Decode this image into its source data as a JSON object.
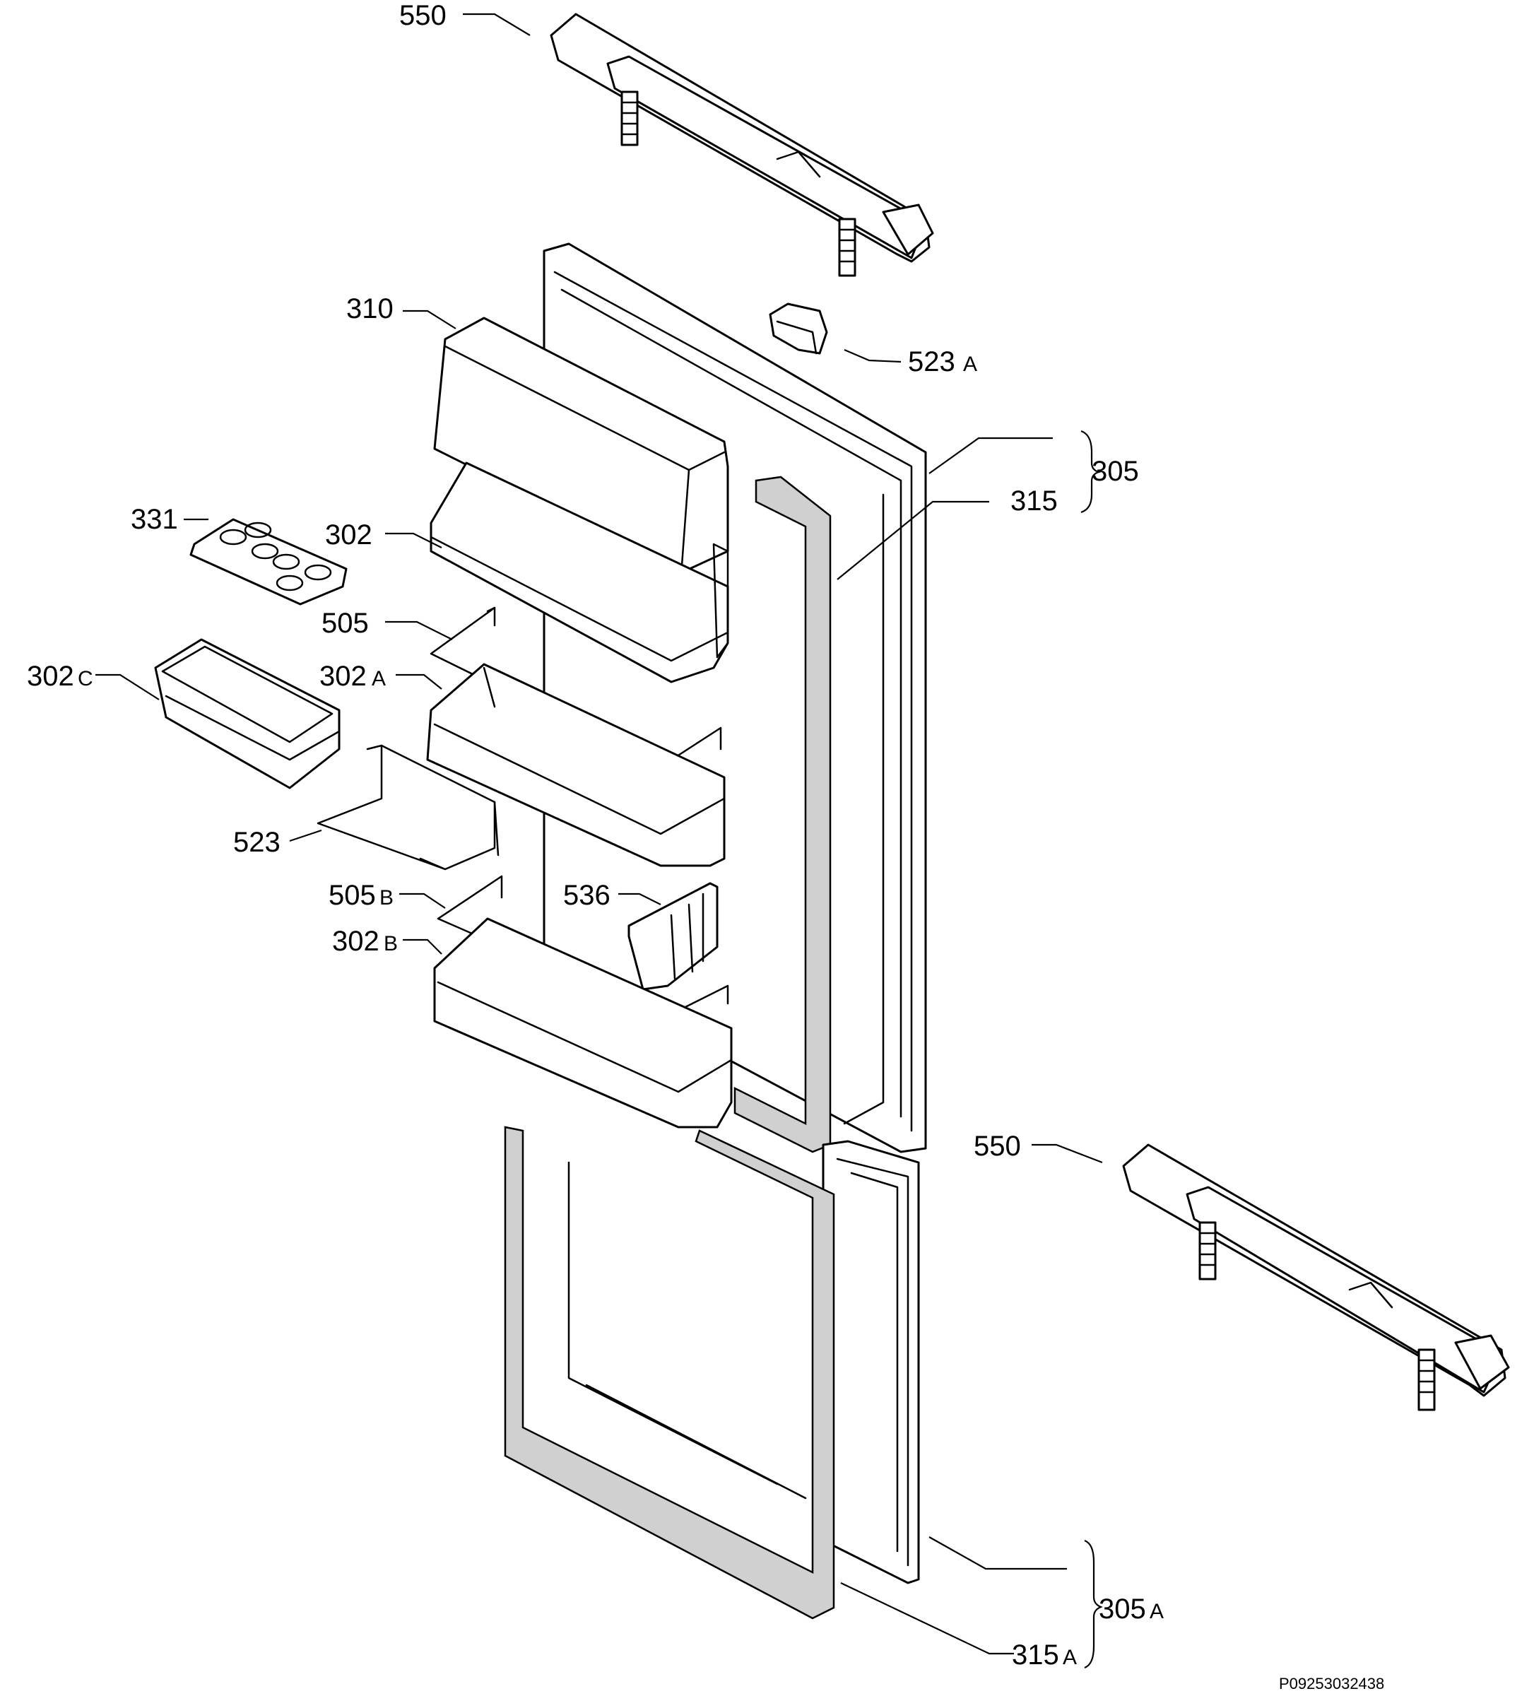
{
  "labels": {
    "l550_top": "550",
    "l523A_num": "523",
    "l523A_suf": "A",
    "l310": "310",
    "l305": "305",
    "l315": "315",
    "l331": "331",
    "l302": "302",
    "l505": "505",
    "l302C_num": "302",
    "l302C_suf": "C",
    "l302A_num": "302",
    "l302A_suf": "A",
    "l523": "523",
    "l505B_num": "505",
    "l505B_suf": "B",
    "l536": "536",
    "l302B_num": "302",
    "l302B_suf": "B",
    "l550_bottom": "550",
    "l305A_num": "305",
    "l305A_suf": "A",
    "l315A_num": "315",
    "l315A_suf": "A"
  },
  "drawing_code": "P09253032438"
}
